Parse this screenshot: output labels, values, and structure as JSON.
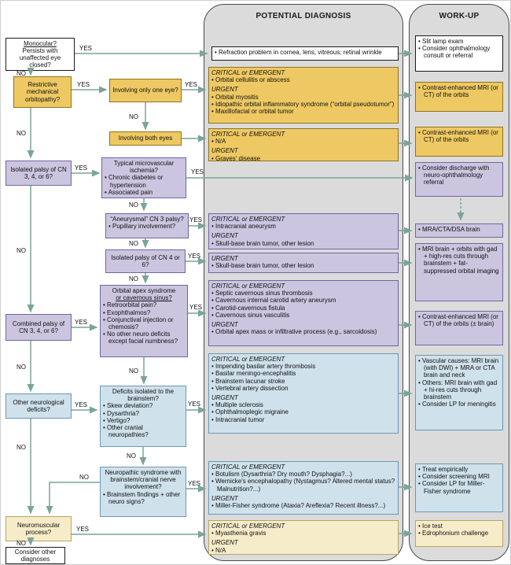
{
  "columns": {
    "diagnosis_header": "POTENTIAL DIAGNOSIS",
    "workup_header": "WORK-UP"
  },
  "labels": {
    "yes": "YES",
    "no": "NO"
  },
  "palette": {
    "orbital_orange": "#eec963",
    "cranial_nerve_purple": "#ccc5e0",
    "neurologic_blue": "#cfe1eb",
    "neuromuscular_yellow": "#f7ecc9",
    "panel_gray": "#dbdbdb",
    "arrow_teal": "#7aa49c"
  },
  "boxes": {
    "monocular": {
      "lines": [
        {
          "t": "Monocular?",
          "s": "cu"
        },
        {
          "t": "Persists with unaffected eye closed?",
          "s": "c"
        }
      ]
    },
    "restrictive": {
      "lines": [
        {
          "t": "Restrictive mechanical orbitopathy?",
          "s": "c"
        }
      ]
    },
    "one_eye": {
      "lines": [
        {
          "t": "Involving only one eye?",
          "s": "c"
        }
      ]
    },
    "both_eyes": {
      "lines": [
        {
          "t": "Involving both eyes",
          "s": "c"
        }
      ]
    },
    "isolated_palsy": {
      "lines": [
        {
          "t": "Isolated palsy of CN 3, 4, or 6?",
          "s": "c"
        }
      ]
    },
    "microvascular": {
      "lines": [
        {
          "t": "Typical microvascular ischemia?",
          "s": "c"
        },
        {
          "t": "• Chronic diabetes or hypertension",
          "s": "b"
        },
        {
          "t": "• Associated pain",
          "s": "b"
        }
      ]
    },
    "aneurysmal": {
      "lines": [
        {
          "t": "“Aneurysmal” CN 3 palsy?",
          "s": "c"
        },
        {
          "t": "• Pupillary involvement?",
          "s": "b"
        }
      ]
    },
    "cn4_6": {
      "lines": [
        {
          "t": "Isolated palsy of CN 4 or 6?",
          "s": "c"
        }
      ]
    },
    "combined_palsy": {
      "lines": [
        {
          "t": "Combined palsy of CN 3, 4, or 6?",
          "s": "c"
        }
      ]
    },
    "orbital_apex": {
      "lines": [
        {
          "t": "Orbital apex syndrome",
          "s": "c"
        },
        {
          "t": "or cavernous sinus?",
          "s": "cu"
        },
        {
          "t": "• Retroorbital pain?",
          "s": "b"
        },
        {
          "t": "• Exophthalmos?",
          "s": "b"
        },
        {
          "t": "• Conjunctival injection or chemosis?",
          "s": "b"
        },
        {
          "t": "• No other neuro deficits except facial numbness?",
          "s": "b"
        }
      ]
    },
    "other_neuro": {
      "lines": [
        {
          "t": "Other neurological deficits?",
          "s": "c"
        }
      ]
    },
    "brainstem_deficits": {
      "lines": [
        {
          "t": "Deficits isolated to the brainstem?",
          "s": "c"
        },
        {
          "t": "• Skew deviation?",
          "s": "b"
        },
        {
          "t": "• Dysarthria?",
          "s": "b"
        },
        {
          "t": "• Vertigo?",
          "s": "b"
        },
        {
          "t": "• Other cranial neuropathies?",
          "s": "b"
        }
      ]
    },
    "neuropathic": {
      "lines": [
        {
          "t": "Neuropathic syndrome with brainstem/cranial nerve involvement?",
          "s": "c"
        },
        {
          "t": "• Brainstem findings + other neuro signs?",
          "s": "b"
        }
      ]
    },
    "neuromuscular": {
      "lines": [
        {
          "t": "Neuromuscular process?",
          "s": "c"
        }
      ]
    },
    "consider_other": {
      "lines": [
        {
          "t": "Consider other diagnoses",
          "s": "c"
        }
      ]
    },
    "dx_refraction": {
      "lines": [
        {
          "t": "• Refraction problem in cornea, lens, vitreous; retinal wrinkle",
          "s": "b"
        }
      ]
    },
    "dx_orbital_inflammation": {
      "lines": [
        {
          "t": "CRITICAL or EMERGENT",
          "s": "h"
        },
        {
          "t": "• Orbital cellulitis or abscess",
          "s": "b"
        },
        {
          "t": "URGENT",
          "s": "h"
        },
        {
          "t": "• Orbital myositis",
          "s": "b"
        },
        {
          "t": "• Idiopathic orbital inflammatory syndrome (“orbital pseudotumor”)",
          "s": "b"
        },
        {
          "t": "• Maxillofacial or orbital tumor",
          "s": "b"
        }
      ]
    },
    "dx_graves": {
      "lines": [
        {
          "t": "CRITICAL or EMERGENT",
          "s": "h"
        },
        {
          "t": "• N/A",
          "s": "b"
        },
        {
          "t": "URGENT",
          "s": "h"
        },
        {
          "t": "• Graves' disease",
          "s": "b"
        }
      ]
    },
    "dx_aneurysm": {
      "lines": [
        {
          "t": "CRITICAL or EMERGENT",
          "s": "h"
        },
        {
          "t": "• Intracranial aneurysm",
          "s": "b"
        },
        {
          "t": "URGENT",
          "s": "h"
        },
        {
          "t": "• Skull-base brain tumor, other lesion",
          "s": "b"
        }
      ]
    },
    "dx_skull_base": {
      "lines": [
        {
          "t": "URGENT",
          "s": "h"
        },
        {
          "t": "• Skull-base brain tumor, other lesion",
          "s": "b"
        }
      ]
    },
    "dx_cavernous_sinus": {
      "lines": [
        {
          "t": "CRITICAL or EMERGENT",
          "s": "h"
        },
        {
          "t": "• Septic cavernous sinus thrombosis",
          "s": "b"
        },
        {
          "t": "• Cavernous internal carotid artery aneurysm",
          "s": "b"
        },
        {
          "t": "• Carotid-cavernous fistula",
          "s": "b"
        },
        {
          "t": "• Cavernous sinus vasculitis",
          "s": "b"
        },
        {
          "t": "URGENT",
          "s": "h"
        },
        {
          "t": "• Orbital apex mass or infiltrative process (e.g., sarcoidosis)",
          "s": "b"
        }
      ]
    },
    "dx_brainstem": {
      "lines": [
        {
          "t": "CRITICAL or EMERGENT",
          "s": "h"
        },
        {
          "t": "• Impending basilar artery thrombosis",
          "s": "b"
        },
        {
          "t": "• Basilar meningo-encephalitis",
          "s": "b"
        },
        {
          "t": "• Brainstem lacunar stroke",
          "s": "b"
        },
        {
          "t": "• Vertebral artery dissection",
          "s": "b"
        },
        {
          "t": "URGENT",
          "s": "h"
        },
        {
          "t": "• Multiple sclerosis",
          "s": "b"
        },
        {
          "t": "• Ophthalmoplegic migraine",
          "s": "b"
        },
        {
          "t": "• Intracranial tumor",
          "s": "b"
        }
      ]
    },
    "dx_neuropathy": {
      "lines": [
        {
          "t": "CRITICAL or EMERGENT",
          "s": "h"
        },
        {
          "t": "• Botulism (Dysarthria? Dry mouth? Dysphagia?...)",
          "s": "b"
        },
        {
          "t": "• Wernicke's encephalopathy (Nystagmus? Altered mental status? Malnutrition?...)",
          "s": "b"
        },
        {
          "t": "URGENT",
          "s": "h"
        },
        {
          "t": "• Miller-Fisher syndrome (Ataxia? Areflexia? Recent illness?...)",
          "s": "b"
        }
      ]
    },
    "dx_myasthenia": {
      "lines": [
        {
          "t": "CRITICAL or EMERGENT",
          "s": "h"
        },
        {
          "t": "• Myasthenia gravis",
          "s": "b"
        },
        {
          "t": "URGENT",
          "s": "h"
        },
        {
          "t": "• N/A",
          "s": "b"
        }
      ]
    },
    "wu_slit_lamp": {
      "lines": [
        {
          "t": "• Slit lamp exam",
          "s": "b"
        },
        {
          "t": "• Consider ophthalmology consult or referral",
          "s": "b"
        }
      ]
    },
    "wu_orbit_mri_1": {
      "lines": [
        {
          "t": "• Contrast-enhanced MRI (or CT) of the orbits",
          "s": "b"
        }
      ]
    },
    "wu_orbit_mri_2": {
      "lines": [
        {
          "t": "• Contrast-enhanced MRI (or CT) of the orbits",
          "s": "b"
        }
      ]
    },
    "wu_discharge": {
      "lines": [
        {
          "t": "• Consider discharge with neuro-ophthalmology referral",
          "s": "b"
        }
      ]
    },
    "wu_mra": {
      "lines": [
        {
          "t": "• MRA/CTA/DSA brain",
          "s": "b"
        }
      ]
    },
    "wu_mri_brain_orbits": {
      "lines": [
        {
          "t": "• MRI brain + orbits with gad + high-res cuts through brainstem + fat-suppressed orbital imaging",
          "s": "b"
        }
      ]
    },
    "wu_orbit_mri_brain": {
      "lines": [
        {
          "t": "• Contrast-enhanced MRI (or CT) of the orbits (± brain)",
          "s": "b"
        }
      ]
    },
    "wu_vascular": {
      "lines": [
        {
          "t": "• Vascular causes: MRI brain (with DWI) + MRA or CTA brain and neck",
          "s": "b"
        },
        {
          "t": "• Others: MRI brain with gad + hi-res cuts through brainstem",
          "s": "b"
        },
        {
          "t": "• Consider LP for meningitis",
          "s": "b"
        }
      ]
    },
    "wu_treat": {
      "lines": [
        {
          "t": "• Treat empirically",
          "s": "b"
        },
        {
          "t": "• Consider screening MRI",
          "s": "b"
        },
        {
          "t": "• Consider LP for Miller-Fisher syndrome",
          "s": "b"
        }
      ]
    },
    "wu_ice_test": {
      "lines": [
        {
          "t": "• Ice test",
          "s": "b"
        },
        {
          "t": "• Edrophonium challenge",
          "s": "b"
        }
      ]
    }
  }
}
